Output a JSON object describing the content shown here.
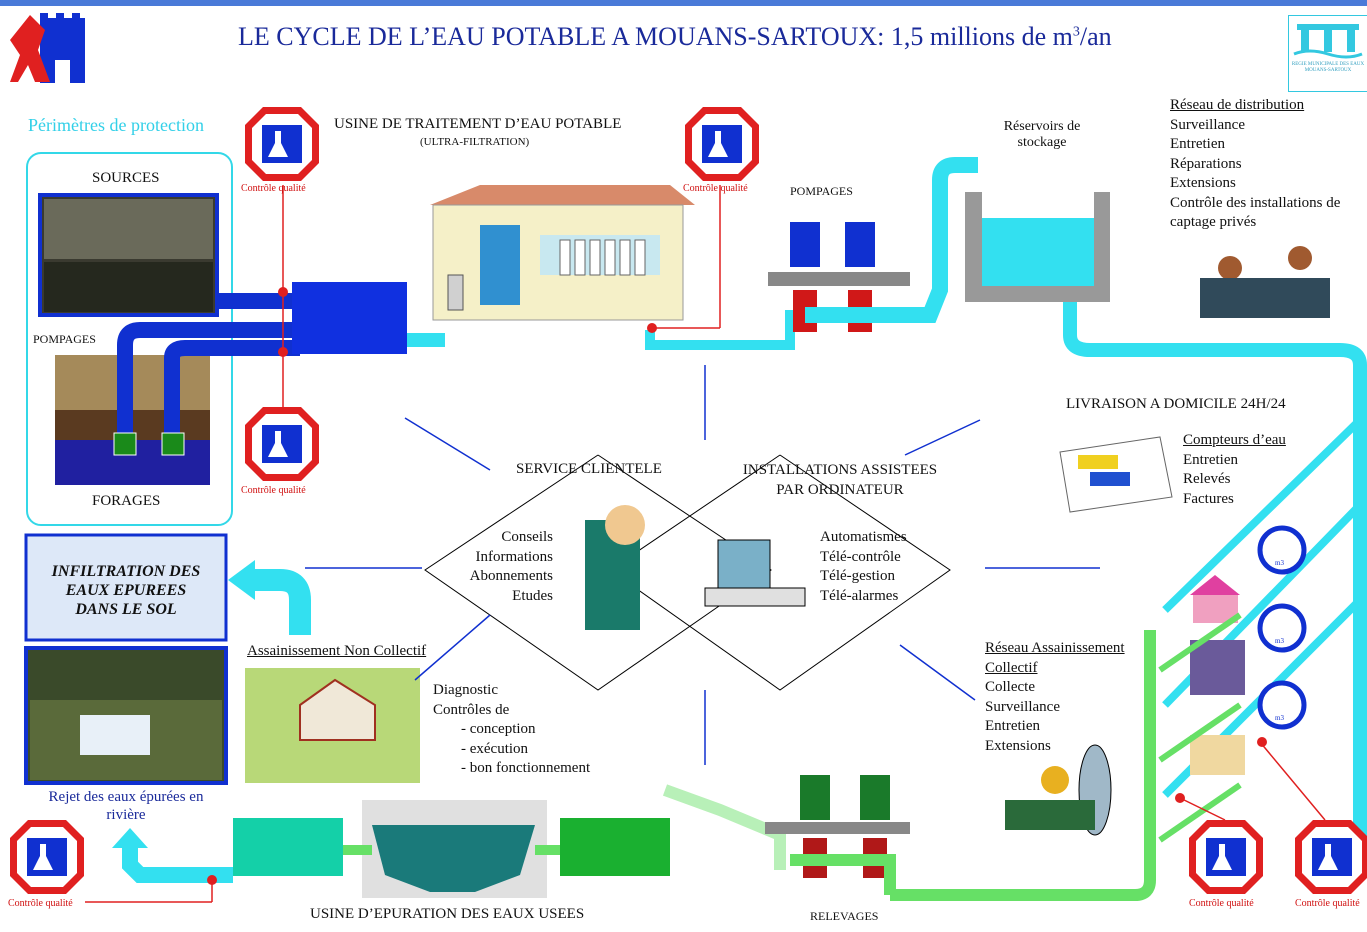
{
  "title": {
    "main": "LE CYCLE DE L’EAU POTABLE A MOUANS-SARTOUX: 1,5 millions de m",
    "sup": "3",
    "tail": "/an"
  },
  "logos": {
    "regie_text": "REGIE MUNICIPALE DES EAUX MOUANS-SARTOUX"
  },
  "protection": {
    "title": "Périmètres de protection",
    "sources": "SOURCES",
    "pompages": "POMPAGES",
    "forages": "FORAGES"
  },
  "control_label": "Contrôle qualité",
  "usine": {
    "title": "USINE DE TRAITEMENT D’EAU POTABLE",
    "subtitle": "(ULTRA-FILTRATION)"
  },
  "pompages_top": "POMPAGES",
  "reservoirs": {
    "line1": "Réservoirs de",
    "line2": "stockage"
  },
  "reseau_distribution": {
    "title": "Réseau de distribution",
    "items": [
      "Surveillance",
      "Entretien",
      "Réparations",
      "Extensions",
      "Contrôle des installations de",
      "captage privés"
    ]
  },
  "livraison": "LIVRAISON A DOMICILE 24H/24",
  "compteurs": {
    "title": "Compteurs d’eau",
    "items": [
      "Entretien",
      "Relevés",
      "Factures"
    ]
  },
  "meter_unit": "m3",
  "service_clientele": {
    "title": "SERVICE CLIENTELE",
    "items": [
      "Conseils",
      "Informations",
      "Abonnements",
      "Etudes"
    ]
  },
  "installations": {
    "line1": "INSTALLATIONS ASSISTEES",
    "line2": "PAR ORDINATEUR",
    "items": [
      "Automatismes",
      "Télé-contrôle",
      "Télé-gestion",
      "Télé-alarmes"
    ]
  },
  "infiltration": {
    "line1": "INFILTRATION DES",
    "line2": "EAUX EPUREES",
    "line3": "DANS LE SOL"
  },
  "anc": {
    "title": "Assainissement Non Collectif",
    "items": [
      "Diagnostic",
      "Contrôles de",
      "- conception",
      "- exécution",
      "- bon fonctionnement"
    ]
  },
  "reseau_assainissement": {
    "title1": "Réseau Assainissement",
    "title2": "Collectif",
    "items": [
      "Collecte",
      "Surveillance",
      "Entretien",
      "Extensions"
    ]
  },
  "rejet": {
    "line1": "Rejet des eaux épurées en",
    "line2": "rivière"
  },
  "usine_epuration": "USINE D’EPURATION DES EAUX USEES",
  "relevages": "RELEVAGES",
  "colors": {
    "water": "#33e0f0",
    "pipe_blue": "#1030d0",
    "waste_green": "#66e066",
    "control_red": "#e02020",
    "title_blue": "#1a2a9a"
  }
}
